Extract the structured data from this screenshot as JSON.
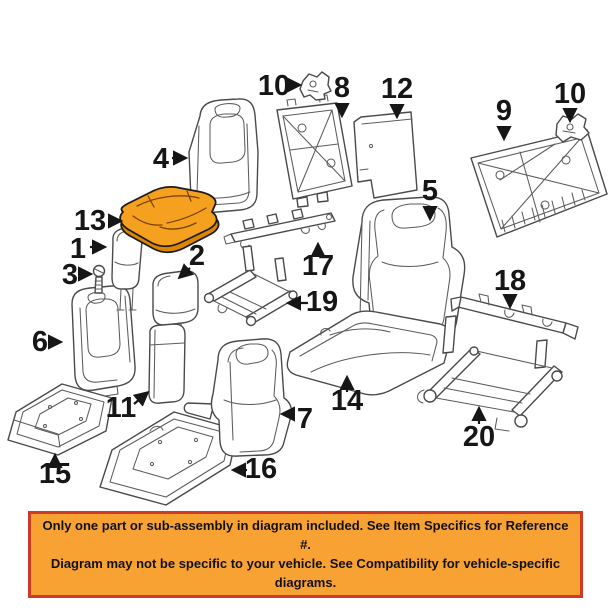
{
  "diagram": {
    "kind": "exploded-parts-diagram",
    "subject": "rear seat assembly components",
    "background": "#ffffff",
    "line_color": "#4a4a4a",
    "label_color": "#161616",
    "highlight": {
      "callout": "13",
      "fill": "#f5a01e",
      "shade": "#dd8600",
      "seam": "#7a4400",
      "outline": "#1c1c1c"
    },
    "callouts": {
      "c1": "1",
      "c2": "2",
      "c3": "3",
      "c4": "4",
      "c5": "5",
      "c6": "6",
      "c7": "7",
      "c8": "8",
      "c9": "9",
      "c10a": "10",
      "c10b": "10",
      "c11": "11",
      "c12": "12",
      "c13": "13",
      "c14": "14",
      "c15": "15",
      "c16": "16",
      "c17": "17",
      "c18": "18",
      "c19": "19",
      "c20": "20"
    }
  },
  "banner": {
    "line1": "Only one part or sub-assembly in diagram included. See Item Specifics for Reference #.",
    "line2": "Diagram may not be specific to your vehicle. See Compatibility for vehicle-specific diagrams.",
    "background": "#f7a233",
    "border_color": "#cf3a26",
    "text_color": "#111111"
  }
}
